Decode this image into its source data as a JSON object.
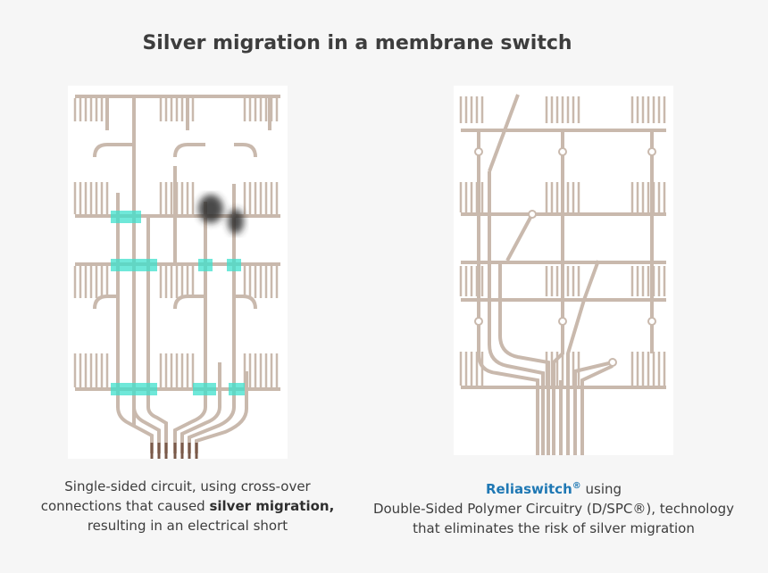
{
  "title": "Silver migration in a membrane switch",
  "left_caption": {
    "line1": "Single-sided circuit, using cross-over",
    "line2_pre": "connections that caused ",
    "line2_bold": "silver migration,",
    "line3": "resulting in an electrical short"
  },
  "right_caption": {
    "brand": "Reliaswitch",
    "brand_mark": "®",
    "line1_rest": " using",
    "line2": "Double-Sided Polymer Circuitry (D/SPC®), technology",
    "line3": "that eliminates the risk of silver migration"
  },
  "colors": {
    "trace": "#c9b9ad",
    "trace_inner": "#efe8e2",
    "highlight": "#3fe0cc",
    "brand": "#1f78b4",
    "tail": "#7a5a4a",
    "stain": "#2b2b2b"
  }
}
